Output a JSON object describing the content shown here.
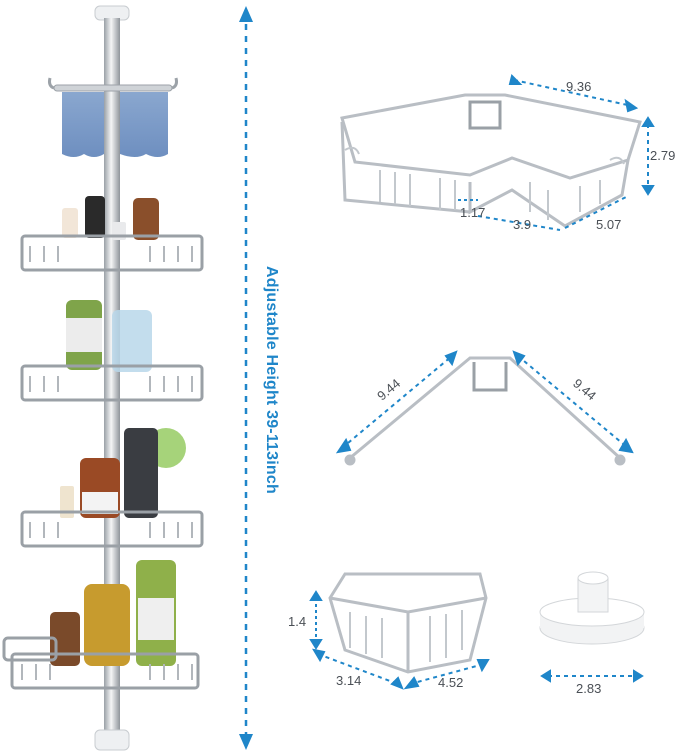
{
  "height_label": "Adjustable Height 39-113inch",
  "dimensions": {
    "corner_width": "9.36",
    "corner_height": "2.79",
    "corner_front": "1.17",
    "corner_side_a": "3.9",
    "corner_side_b": "5.07",
    "arm_left": "9.44",
    "arm_right": "9.44",
    "small_height": "1.4",
    "small_width": "3.14",
    "small_depth": "4.52",
    "base_width": "2.83"
  },
  "colors": {
    "accent": "#1f86c9",
    "metal": "#b9bec4",
    "text": "#4a4f55"
  }
}
